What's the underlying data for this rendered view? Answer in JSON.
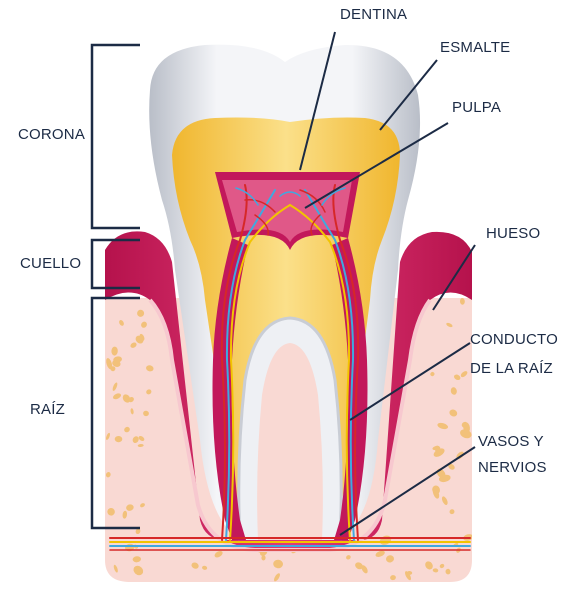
{
  "labels": {
    "dentina": "DENTINA",
    "esmalte": "ESMALTE",
    "pulpa": "PULPA",
    "hueso": "HUESO",
    "conducto_line1": "CONDUCTO",
    "conducto_line2": "DE LA RAÍZ",
    "vasos_line1": "VASOS Y",
    "vasos_line2": "NERVIOS",
    "corona": "CORONA",
    "cuello": "CUELLO",
    "raiz": "RAÍZ"
  },
  "colors": {
    "label_text": "#1c2b45",
    "leader_line": "#1c2b45",
    "enamel": "#e9ecf1",
    "enamel_shade": "#c8ccd4",
    "dentin": "#f5c84a",
    "dentin_light": "#fbe08a",
    "pulp": "#c2185b",
    "pulp_light": "#e05888",
    "gum": "#d81b60",
    "bone": "#f9d9d3",
    "bone_cell": "#f2c17a",
    "vessel_red": "#d62828",
    "vessel_blue": "#3fa9e0",
    "vessel_yellow": "#f2c400"
  }
}
